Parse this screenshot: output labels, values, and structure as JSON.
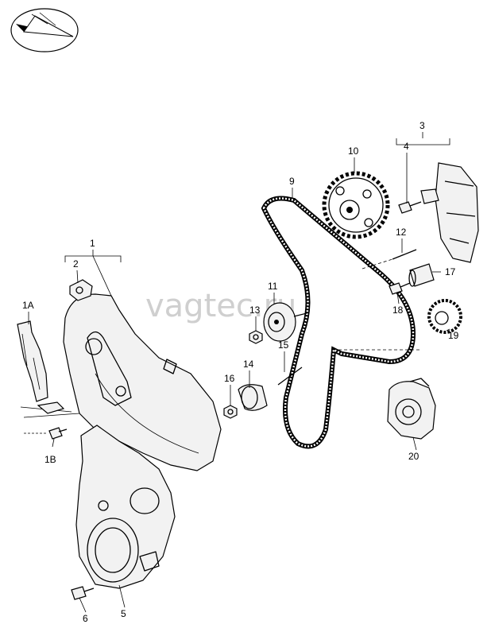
{
  "watermark": "vagtec.ru",
  "callouts": {
    "c1": "1",
    "c1A": "1A",
    "c1B": "1B",
    "c2": "2",
    "c3": "3",
    "c4": "4",
    "c5": "5",
    "c6": "6",
    "c9": "9",
    "c10": "10",
    "c11": "11",
    "c12": "12",
    "c13": "13",
    "c14": "14",
    "c15": "15",
    "c16": "16",
    "c17": "17",
    "c18": "18",
    "c19": "19",
    "c20": "20"
  }
}
